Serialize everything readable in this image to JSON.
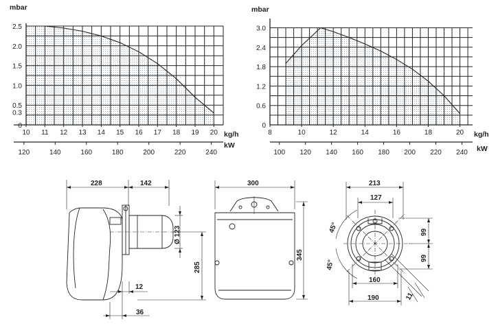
{
  "chart_data": [
    {
      "type": "area",
      "y_unit": "mbar",
      "x_unit": "kg/h",
      "x2_unit": "kW",
      "x": [
        10,
        11,
        12,
        13,
        14,
        15,
        16,
        17,
        18,
        19,
        20
      ],
      "x_ticks": [
        "10",
        "11",
        "12",
        "13",
        "14",
        "15",
        "16",
        "17",
        "18",
        "19",
        "20"
      ],
      "x2_ticks": [
        "120",
        "140",
        "160",
        "180",
        "200",
        "220",
        "240"
      ],
      "x2_tick_values": [
        120,
        140,
        160,
        180,
        200,
        220,
        240
      ],
      "y_ticks": [
        "0",
        "0.3",
        "0.5",
        "1.0",
        "1.5",
        "2.0",
        "2.5"
      ],
      "y_tick_values": [
        0,
        0.3,
        0.5,
        1.0,
        1.5,
        2.0,
        2.5
      ],
      "xlim": [
        10,
        20.5
      ],
      "ylim": [
        0,
        2.5
      ],
      "curve": [
        {
          "x": 10,
          "y": 2.5
        },
        {
          "x": 11,
          "y": 2.5
        },
        {
          "x": 12,
          "y": 2.45
        },
        {
          "x": 13,
          "y": 2.37
        },
        {
          "x": 14,
          "y": 2.25
        },
        {
          "x": 15,
          "y": 2.08
        },
        {
          "x": 16,
          "y": 1.85
        },
        {
          "x": 17,
          "y": 1.55
        },
        {
          "x": 18,
          "y": 1.17
        },
        {
          "x": 19,
          "y": 0.7
        },
        {
          "x": 20,
          "y": 0.3
        }
      ]
    },
    {
      "type": "area",
      "y_unit": "mbar",
      "x_unit": "kg/h",
      "x2_unit": "kW",
      "x_ticks": [
        "8",
        "10",
        "12",
        "14",
        "16",
        "18",
        "20"
      ],
      "x_tick_values": [
        8,
        10,
        12,
        14,
        16,
        18,
        20
      ],
      "x2_ticks": [
        "100",
        "120",
        "140",
        "160",
        "180",
        "200",
        "220",
        "240"
      ],
      "x2_tick_values": [
        100,
        120,
        140,
        160,
        180,
        200,
        220,
        240
      ],
      "y_ticks": [
        "0",
        "0.6",
        "1.2",
        "1.8",
        "2.4",
        "3.0"
      ],
      "y_tick_values": [
        0,
        0.6,
        1.2,
        1.8,
        2.4,
        3.0
      ],
      "xlim": [
        8,
        20.8
      ],
      "ylim": [
        0,
        3.2
      ],
      "curve": [
        {
          "x": 9,
          "y": 1.9
        },
        {
          "x": 10,
          "y": 2.45
        },
        {
          "x": 11.2,
          "y": 3.0
        },
        {
          "x": 12,
          "y": 2.88
        },
        {
          "x": 13,
          "y": 2.7
        },
        {
          "x": 14,
          "y": 2.5
        },
        {
          "x": 15,
          "y": 2.28
        },
        {
          "x": 16,
          "y": 2.02
        },
        {
          "x": 17,
          "y": 1.72
        },
        {
          "x": 18,
          "y": 1.35
        },
        {
          "x": 19,
          "y": 0.9
        },
        {
          "x": 20,
          "y": 0.35
        }
      ]
    }
  ],
  "drawings": {
    "side": {
      "d228": "228",
      "d142": "142",
      "d123": "Ø 123",
      "d285": "285",
      "d12": "12",
      "d36": "36"
    },
    "front": {
      "d300": "300",
      "d345": "345"
    },
    "flange": {
      "d213": "213",
      "d127": "127",
      "d99a": "99",
      "d99b": "99",
      "d160": "160",
      "d190": "190",
      "d11": "11",
      "a45a": "45°",
      "a45b": "45°"
    }
  }
}
